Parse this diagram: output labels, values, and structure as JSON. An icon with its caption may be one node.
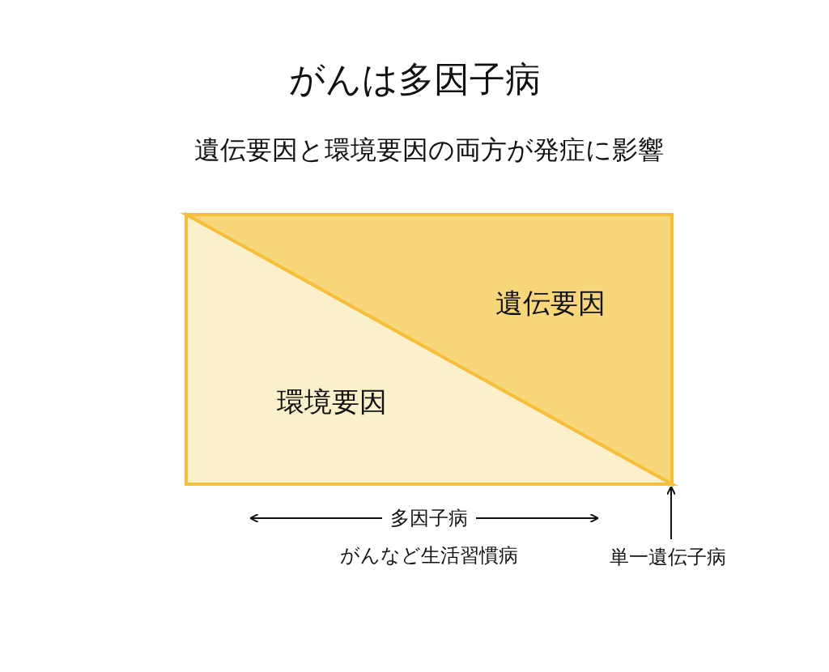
{
  "diagram": {
    "title": "がんは多因子病",
    "caption": "遺伝要因と環境要因の両方が発症に影響",
    "nodes": [
      {
        "text": [
          "遺伝要因"
        ]
      },
      {
        "text": [
          "環境要因"
        ]
      },
      {
        "text": [
          "単一遺伝子病"
        ]
      }
    ],
    "edges": [
      {
        "from": 2,
        "to": 0,
        "arrow": "to"
      }
    ],
    "labels": [
      "多因子病",
      "がんなど生活習慣病"
    ]
  }
}
